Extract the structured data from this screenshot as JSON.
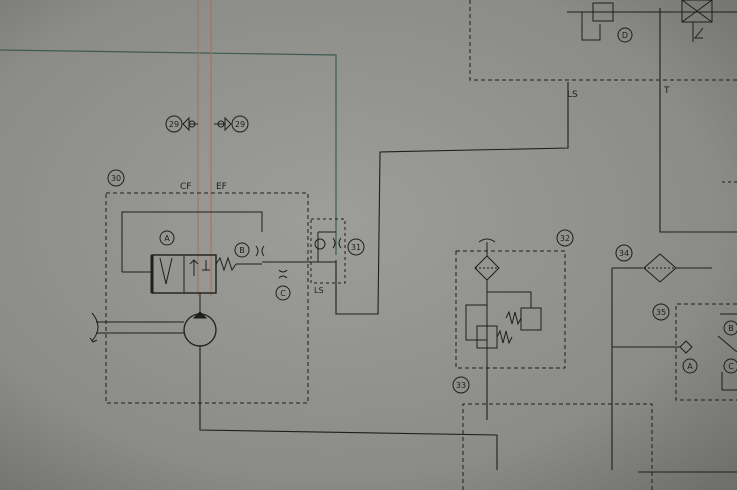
{
  "diagram": {
    "callouts": {
      "c29a": "29",
      "c29b": "29",
      "c30": "30",
      "c31": "31",
      "c32": "32",
      "c33": "33",
      "c34": "34",
      "c35": "35",
      "cD": "D",
      "cA": "A",
      "cB": "B",
      "cC": "C",
      "cA2": "A",
      "cB2": "B",
      "cC2": "C"
    },
    "labels": {
      "cf": "CF",
      "ef": "EF",
      "ls_top": "LS",
      "t_top": "T",
      "ls_valve": "LS"
    },
    "colors": {
      "paper": "#8c8c88",
      "ink": "#1e1e1e",
      "pilot_line": "#b06a50",
      "green_line": "#3f5a55"
    }
  }
}
